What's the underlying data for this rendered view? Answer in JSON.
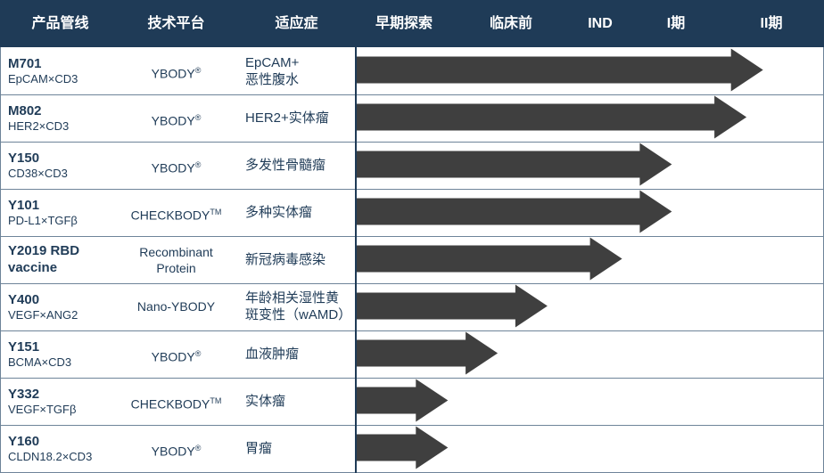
{
  "headers": {
    "product": "产品管线",
    "platform": "技术平台",
    "indication": "适应症",
    "stages": [
      "早期探索",
      "临床前",
      "IND",
      "I期",
      "II期"
    ]
  },
  "colors": {
    "header_bg": "#1f3b57",
    "arrow": "#3f3f3f",
    "text": "#1f3b57"
  },
  "chart_data": {
    "type": "bar",
    "categories": [
      "M701",
      "M802",
      "Y150",
      "Y101",
      "Y2019 RBD vaccine",
      "Y400",
      "Y151",
      "Y332",
      "Y160"
    ],
    "stage_scale": [
      "早期探索",
      "临床前",
      "IND",
      "I期",
      "II期"
    ],
    "values": [
      4.9,
      4.7,
      3.8,
      3.8,
      3.2,
      2.3,
      1.7,
      1.1,
      1.1
    ]
  },
  "rows": [
    {
      "name": "M701",
      "name2": "",
      "target": "EpCAM×CD3",
      "platform": "YBODY",
      "platform_sup": "®",
      "platform2": "",
      "indication": "EpCAM+",
      "indication2": "恶性腹水"
    },
    {
      "name": "M802",
      "name2": "",
      "target": "HER2×CD3",
      "platform": "YBODY",
      "platform_sup": "®",
      "platform2": "",
      "indication": "HER2+实体瘤",
      "indication2": ""
    },
    {
      "name": "Y150",
      "name2": "",
      "target": "CD38×CD3",
      "platform": "YBODY",
      "platform_sup": "®",
      "platform2": "",
      "indication": "多发性骨髓瘤",
      "indication2": ""
    },
    {
      "name": "Y101",
      "name2": "",
      "target": "PD-L1×TGFβ",
      "platform": "CHECKBODY",
      "platform_sup": "TM",
      "platform2": "",
      "indication": "多种实体瘤",
      "indication2": ""
    },
    {
      "name": "Y2019 RBD",
      "name2": "vaccine",
      "target": "",
      "platform": "Recombinant",
      "platform_sup": "",
      "platform2": "Protein",
      "indication": "新冠病毒感染",
      "indication2": ""
    },
    {
      "name": "Y400",
      "name2": "",
      "target": "VEGF×ANG2",
      "platform": "Nano-YBODY",
      "platform_sup": "",
      "platform2": "",
      "indication": "年龄相关湿性黄",
      "indication2": "斑变性（wAMD）"
    },
    {
      "name": "Y151",
      "name2": "",
      "target": "BCMA×CD3",
      "platform": "YBODY",
      "platform_sup": "®",
      "platform2": "",
      "indication": "血液肿瘤",
      "indication2": ""
    },
    {
      "name": "Y332",
      "name2": "",
      "target": "VEGF×TGFβ",
      "platform": "CHECKBODY",
      "platform_sup": "TM",
      "platform2": "",
      "indication": "实体瘤",
      "indication2": ""
    },
    {
      "name": "Y160",
      "name2": "",
      "target": "CLDN18.2×CD3",
      "platform": "YBODY",
      "platform_sup": "®",
      "platform2": "",
      "indication": "胃瘤",
      "indication2": ""
    }
  ]
}
